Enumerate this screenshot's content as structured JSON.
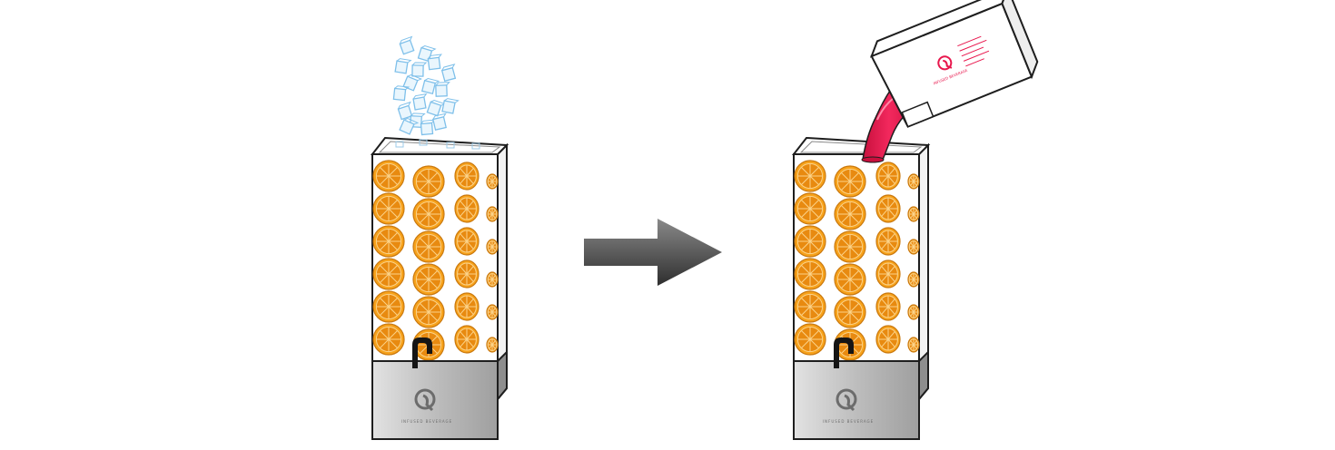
{
  "diagram": {
    "steps": [
      {
        "id": "step-1",
        "content": [
          "dispenser",
          "orange-slices",
          "ice-cubes"
        ]
      },
      {
        "id": "step-2",
        "content": [
          "dispenser",
          "orange-slices",
          "pouring-container",
          "red-concentrate"
        ]
      }
    ],
    "connector": "right-arrow"
  },
  "dispenser": {
    "base_text": "INFUSED BEVERAGE"
  },
  "container": {
    "label_text": "INFUSED BEVERAGE"
  },
  "colors": {
    "orange": "#f7a21b",
    "orange_dark": "#e88a10",
    "orange_line": "#c9780e",
    "ice": "#7fc0ea",
    "red": "#e8174d",
    "metal": "#c9c9c9",
    "arrow": "#555555",
    "outline": "#1e1e1e"
  }
}
